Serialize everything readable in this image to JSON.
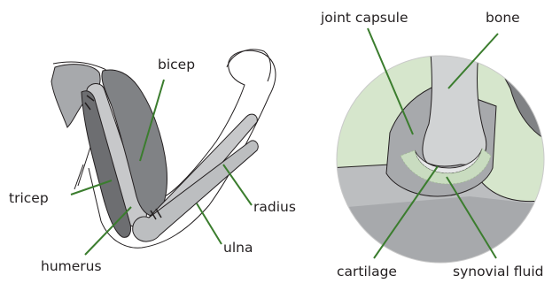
{
  "arm_labels": {
    "bicep": "bicep",
    "tricep": "tricep",
    "humerus": "humerus",
    "radius": "radius",
    "ulna": "ulna"
  },
  "joint_labels": {
    "joint_capsule": "joint capsule",
    "bone": "bone",
    "cartilage": "cartilage",
    "synovial_fluid": "synovial fluid"
  },
  "colors": {
    "leader_line": "#3b7d2e",
    "joint_background": "#d6e6cc",
    "bone": "#c7c8ca",
    "muscle": "#6d6e71",
    "outline": "#231f20"
  }
}
